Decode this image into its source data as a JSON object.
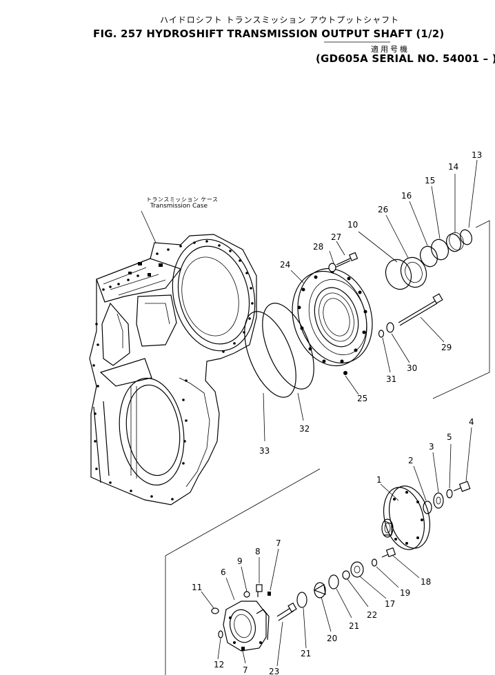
{
  "header": {
    "title_jp": "ハイドロシフト トランスミッション アウトプットシャフト",
    "title": "FIG. 257  HYDROSHIFT TRANSMISSION OUTPUT SHAFT (1/2)",
    "applicability_jp": "適用号機",
    "serial": "(GD605A SERIAL NO. 54001 – )"
  },
  "callout": {
    "label_jp": "トランスミッション ケース",
    "label": "Transmission Case"
  },
  "part_numbers": [
    "13",
    "14",
    "15",
    "16",
    "26",
    "10",
    "27",
    "28",
    "24",
    "29",
    "30",
    "31",
    "25",
    "32",
    "33",
    "4",
    "5",
    "3",
    "2",
    "1",
    "18",
    "19",
    "17",
    "22",
    "21",
    "20",
    "21",
    "23",
    "7",
    "8",
    "9",
    "7",
    "6",
    "11",
    "12"
  ]
}
